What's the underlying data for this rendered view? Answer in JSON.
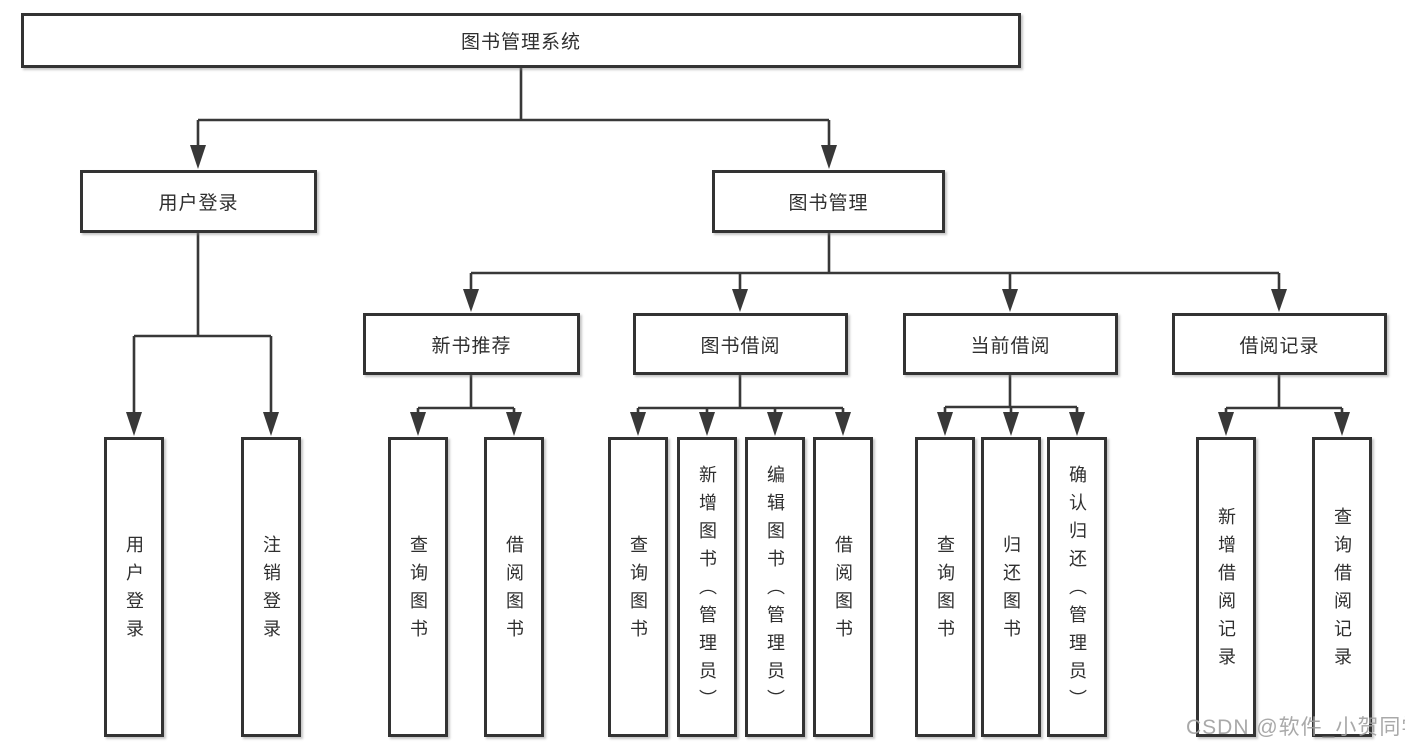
{
  "tree": {
    "label": "图书管理系统",
    "children": [
      {
        "label": "用户登录",
        "children": [
          {
            "label": "用户登录"
          },
          {
            "label": "注销登录"
          }
        ]
      },
      {
        "label": "图书管理",
        "children": [
          {
            "label": "新书推荐",
            "children": [
              {
                "label": "查询图书"
              },
              {
                "label": "借阅图书"
              }
            ]
          },
          {
            "label": "图书借阅",
            "children": [
              {
                "label": "查询图书"
              },
              {
                "label": "新增图书（管理员）"
              },
              {
                "label": "编辑图书（管理员）"
              },
              {
                "label": "借阅图书"
              }
            ]
          },
          {
            "label": "当前借阅",
            "children": [
              {
                "label": "查询图书"
              },
              {
                "label": "归还图书"
              },
              {
                "label": "确认归还（管理员）"
              }
            ]
          },
          {
            "label": "借阅记录",
            "children": [
              {
                "label": "新增借阅记录"
              },
              {
                "label": "查询借阅记录"
              }
            ]
          }
        ]
      }
    ]
  },
  "watermark": {
    "text": "CSDN @软件_小贺同学"
  },
  "colors": {
    "line": "#383838",
    "box_border": "#333333",
    "box_fill": "#ffffff",
    "text": "#2f2f2f",
    "watermark": "#a0a0a0"
  }
}
